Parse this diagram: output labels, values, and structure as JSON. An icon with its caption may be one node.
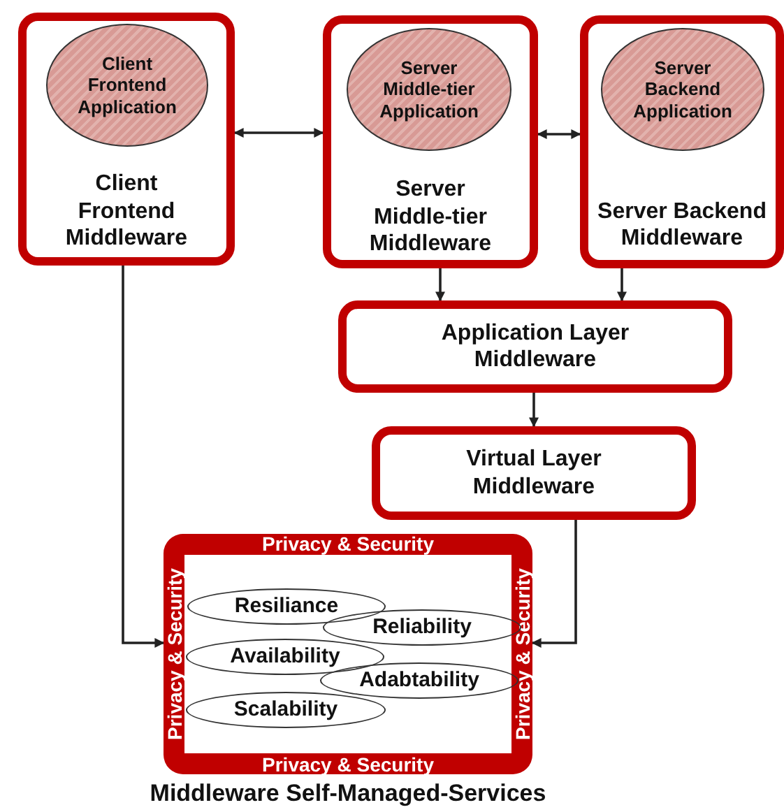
{
  "diagram": {
    "nodes": [
      {
        "text": [
          "Client Frontend Middleware"
        ]
      },
      {
        "text": [
          "Client Frontend Application"
        ],
        "in": 0
      },
      {
        "text": [
          "Server Middle-tier Middleware"
        ]
      },
      {
        "text": [
          "Server Middle-tier Application"
        ],
        "in": 2
      },
      {
        "text": [
          "Server Backend Middleware"
        ]
      },
      {
        "text": [
          "Server Backend Application"
        ],
        "in": 4
      },
      {
        "text": [
          "Application Layer Middleware"
        ]
      },
      {
        "text": [
          "Virtual Layer Middleware"
        ]
      },
      {
        "text": [
          "Privacy & Security",
          "Privacy & Security",
          "Privacy & Security",
          "Privacy & Security",
          "Middleware Self-Managed-Services"
        ]
      },
      {
        "text": [
          "Resiliance"
        ],
        "in": 8
      },
      {
        "text": [
          "Reliability"
        ],
        "in": 8
      },
      {
        "text": [
          "Availability"
        ],
        "in": 8
      },
      {
        "text": [
          "Adabtability"
        ],
        "in": 8
      },
      {
        "text": [
          "Scalability"
        ],
        "in": 8
      }
    ],
    "edges": [
      {
        "from": 0,
        "to": 2,
        "arrow": "both"
      },
      {
        "from": 2,
        "to": 4,
        "arrow": "both"
      },
      {
        "from": 2,
        "to": 6,
        "arrow": "to"
      },
      {
        "from": 4,
        "to": 6,
        "arrow": "to"
      },
      {
        "from": 6,
        "to": 7,
        "arrow": "to"
      },
      {
        "from": 0,
        "to": 8,
        "arrow": "to"
      },
      {
        "from": 7,
        "to": 8,
        "arrow": "to"
      }
    ]
  }
}
